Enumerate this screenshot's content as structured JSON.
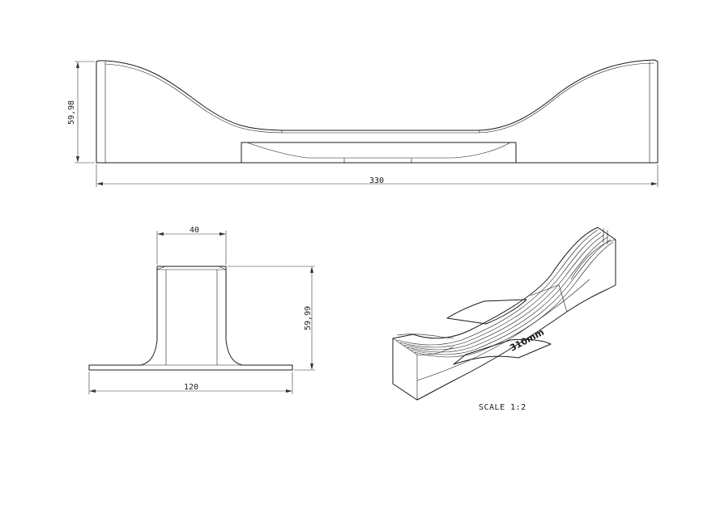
{
  "drawing": {
    "front_view": {
      "height_label": "59,98",
      "length_label": "330"
    },
    "side_view": {
      "top_width_label": "40",
      "height_label": "59,99",
      "base_width_label": "120"
    },
    "iso_view": {
      "engraving": "310mm"
    },
    "scale_label": "SCALE 1:2"
  }
}
